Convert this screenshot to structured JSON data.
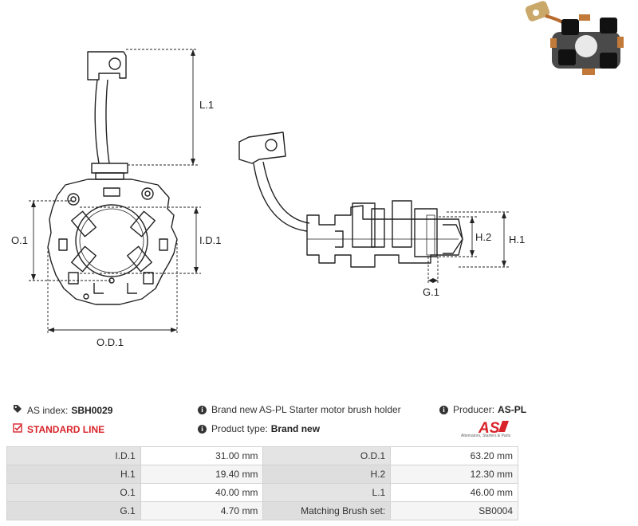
{
  "dimension_labels": {
    "l1": "L.1",
    "o1": "O.1",
    "id1": "I.D.1",
    "od1": "O.D.1",
    "h1": "H.1",
    "h2": "H.2",
    "g1": "G.1"
  },
  "info": {
    "as_index_label": "AS index:",
    "as_index_value": "SBH0029",
    "standard_line": "STANDARD LINE",
    "description": "Brand new AS-PL Starter motor brush holder",
    "product_type_label": "Product type:",
    "product_type_value": "Brand new",
    "producer_label": "Producer:",
    "producer_value": "AS-PL",
    "logo_text": "AS",
    "logo_tagline": "Alternators, Starters & Parts"
  },
  "specs": [
    {
      "label1": "I.D.1",
      "value1": "31.00 mm",
      "label2": "O.D.1",
      "value2": "63.20 mm"
    },
    {
      "label1": "H.1",
      "value1": "19.40 mm",
      "label2": "H.2",
      "value2": "12.30 mm"
    },
    {
      "label1": "O.1",
      "value1": "40.00 mm",
      "label2": "L.1",
      "value2": "46.00 mm"
    },
    {
      "label1": "G.1",
      "value1": "4.70 mm",
      "label2": "Matching Brush set:",
      "value2": "SB0004"
    }
  ],
  "colors": {
    "accent_red": "#d8232a",
    "table_label_bg": "#e4e4e4",
    "line": "#222222"
  }
}
